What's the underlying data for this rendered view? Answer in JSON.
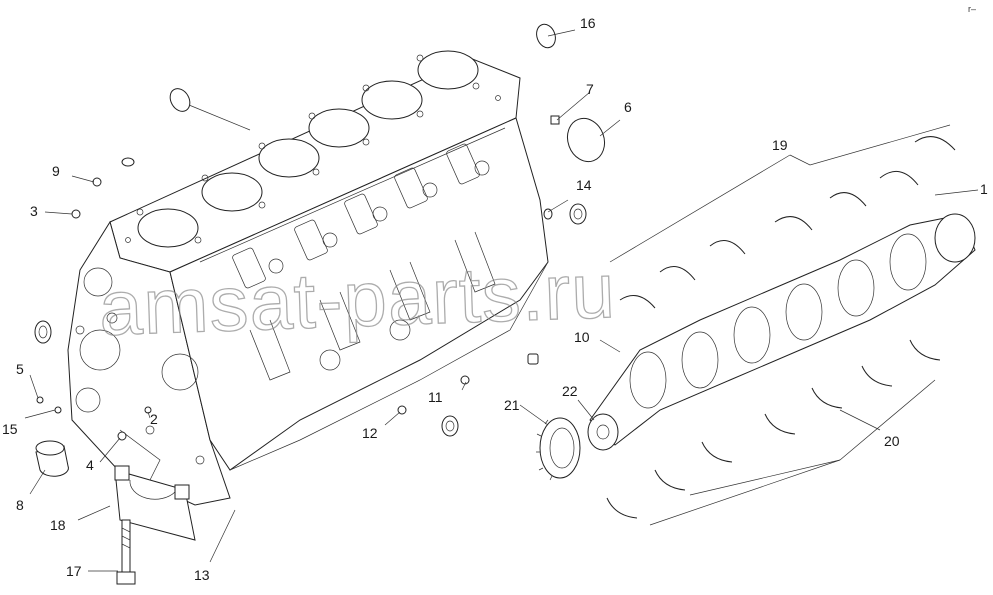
{
  "corner_mark": "r–",
  "watermark": "amsat-parts.ru",
  "labels": {
    "l1": "1",
    "l2": "2",
    "l3": "3",
    "l4": "4",
    "l5": "5",
    "l6": "6",
    "l7": "7",
    "l8": "8",
    "l9": "9",
    "l10": "10",
    "l11": "11",
    "l12": "12",
    "l13": "13",
    "l14": "14",
    "l15": "15",
    "l16": "16",
    "l17": "17",
    "l18": "18",
    "l19": "19",
    "l20": "20",
    "l21": "21",
    "l22": "22"
  },
  "colors": {
    "line": "#222222",
    "watermark": "#8a8a8a",
    "background": "#ffffff"
  }
}
